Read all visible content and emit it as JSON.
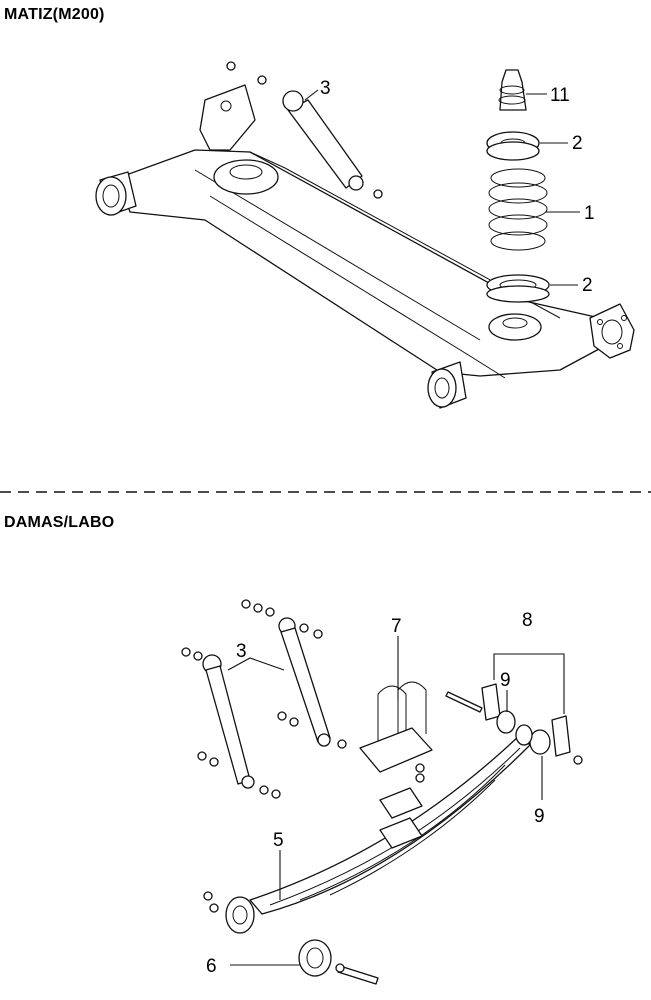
{
  "sections": [
    {
      "title": "MATIZ(M200)"
    },
    {
      "title": "DAMAS/LABO"
    }
  ],
  "matiz_labels": [
    "3",
    "11",
    "2",
    "1",
    "2"
  ],
  "damas_labels": [
    "3",
    "7",
    "8",
    "9",
    "9",
    "5",
    "6"
  ]
}
